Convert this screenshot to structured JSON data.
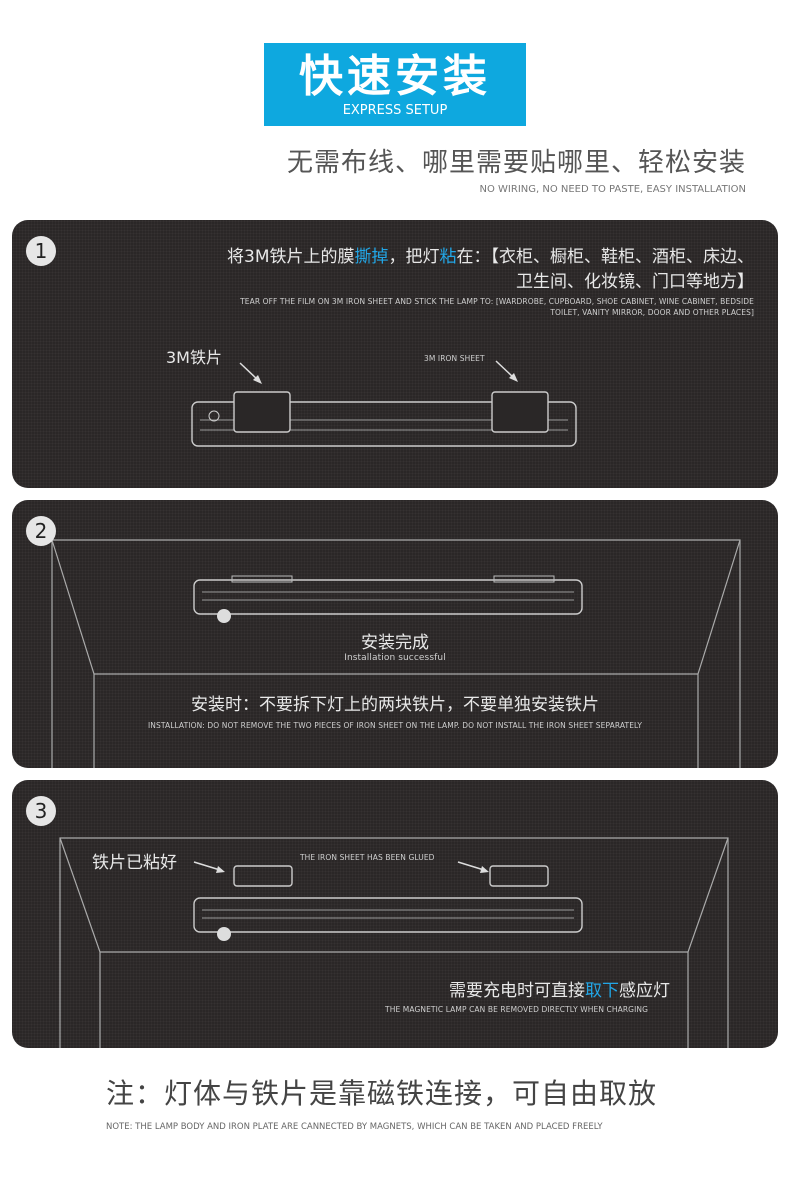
{
  "header": {
    "title_cn": "快速安装",
    "title_en": "EXPRESS SETUP",
    "subtitle_cn": "无需布线、哪里需要贴哪里、轻松安装",
    "subtitle_en": "NO WIRING, NO NEED TO PASTE, EASY INSTALLATION"
  },
  "colors": {
    "accent": "#0ea8df",
    "panel": "#2a2727",
    "highlight": "#22a6e6"
  },
  "step1": {
    "number": "1",
    "line1_a": "将3M铁片上的膜",
    "line1_b": "撕掉",
    "line1_c": "，把灯",
    "line1_d": "粘",
    "line1_e": "在：【衣柜、橱柜、鞋柜、酒柜、床边、",
    "line2": "卫生间、化妆镜、门口等地方】",
    "en_line1": "TEAR OFF THE FILM ON 3M IRON SHEET AND STICK THE LAMP TO: [WARDROBE, CUPBOARD, SHOE CABINET, WINE CABINET, BEDSIDE",
    "en_line2": "TOILET, VANITY MIRROR, DOOR AND OTHER PLACES]",
    "label_cn": "3M铁片",
    "label_en": "3M IRON SHEET"
  },
  "step2": {
    "number": "2",
    "done_cn": "安装完成",
    "done_en": "Installation successful",
    "warn_cn": "安装时：不要拆下灯上的两块铁片，不要单独安装铁片",
    "warn_en": "INSTALLATION: DO NOT REMOVE THE TWO PIECES OF IRON SHEET ON THE LAMP. DO NOT INSTALL THE IRON SHEET SEPARATELY"
  },
  "step3": {
    "number": "3",
    "label_cn": "铁片已粘好",
    "label_en": "THE IRON SHEET HAS BEEN GLUED",
    "charge_a": "需要充电时可直接",
    "charge_b": "取下",
    "charge_c": "感应灯",
    "charge_en": "THE MAGNETIC LAMP CAN BE REMOVED DIRECTLY WHEN CHARGING"
  },
  "footer": {
    "note_cn": "注：灯体与铁片是靠磁铁连接，可自由取放",
    "note_en": "NOTE: THE LAMP BODY AND IRON PLATE ARE CANNECTED BY MAGNETS, WHICH CAN BE TAKEN AND PLACED FREELY"
  }
}
